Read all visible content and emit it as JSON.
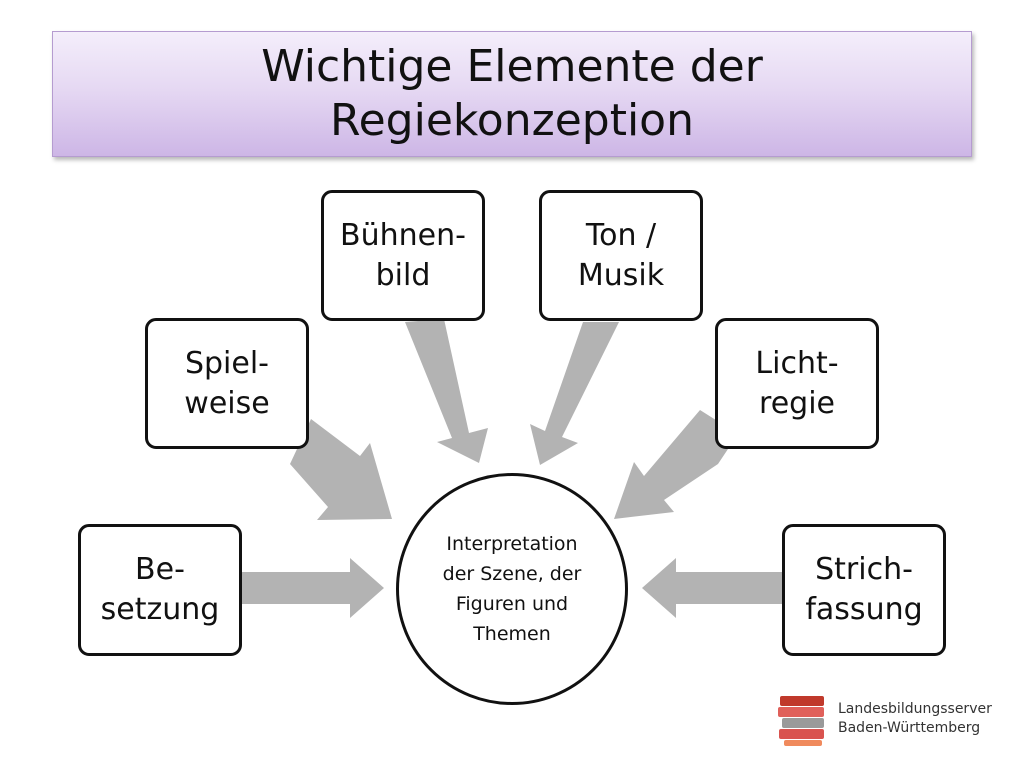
{
  "slide": {
    "title": "Wichtige Elemente der\nRegiekonzeption"
  },
  "diagram": {
    "center": "Interpretation\nder Szene, der\nFiguren und\nThemen",
    "nodes": [
      {
        "id": "besetzung",
        "label": "Be-\nsetzung"
      },
      {
        "id": "spielweise",
        "label": "Spiel-\nweise"
      },
      {
        "id": "buehnenbild",
        "label": "Bühnen-\nbild"
      },
      {
        "id": "ton-musik",
        "label": "Ton /\nMusik"
      },
      {
        "id": "lichtregie",
        "label": "Licht-\nregie"
      },
      {
        "id": "strichfassung",
        "label": "Strich-\nfassung"
      }
    ],
    "colors": {
      "arrow": "#b3b3b3",
      "box_border": "#111111",
      "title_fill": "#d9c9ee"
    }
  },
  "logo": {
    "text": "Landesbildungsserver\nBaden-Württemberg",
    "colors": [
      "#c0392b",
      "#e0605a",
      "#9a9a9a",
      "#d9534f"
    ]
  }
}
